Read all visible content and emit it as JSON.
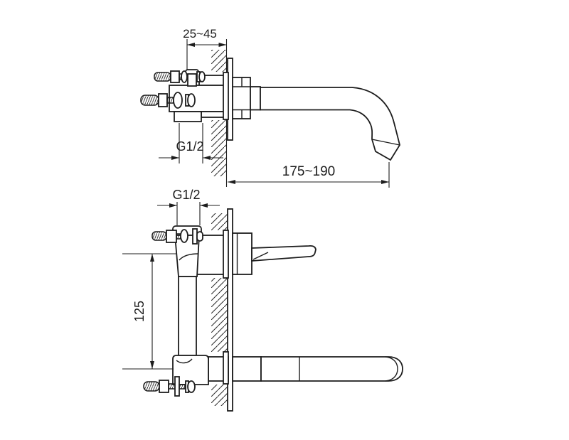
{
  "canvas": {
    "background": "#ffffff",
    "line_color": "#1d1d1d"
  },
  "drawing": {
    "kind": "wall-mounted basin mixer installation diagram",
    "views": {
      "top": {
        "name": "spout profile view",
        "dims": {
          "wall_depth": "25~45",
          "thread": "G1/2",
          "reach": "175~190"
        }
      },
      "bottom": {
        "name": "mixer body profile view",
        "dims": {
          "thread": "G1/2",
          "axis_spacing": "125"
        }
      }
    }
  }
}
